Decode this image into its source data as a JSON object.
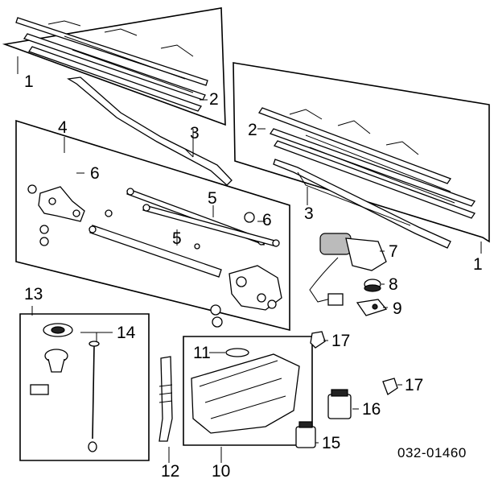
{
  "diagram": {
    "code": "032-01460",
    "callouts": {
      "c1a": "1",
      "c1b": "1",
      "c2a": "2",
      "c2b": "2",
      "c3a": "3",
      "c3b": "3",
      "c4": "4",
      "c5a": "5",
      "c5b": "5",
      "c6a": "6",
      "c6b": "6",
      "c7": "7",
      "c8": "8",
      "c9": "9",
      "c10": "10",
      "c11": "11",
      "c12": "12",
      "c13": "13",
      "c14": "14",
      "c15": "15",
      "c16": "16",
      "c17a": "17",
      "c17b": "17"
    }
  }
}
